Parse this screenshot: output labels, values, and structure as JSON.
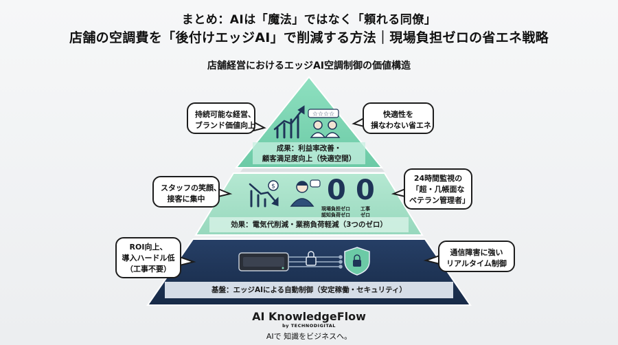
{
  "header": {
    "title_line1": "まとめ：AIは「魔法」ではなく「頼れる同僚」",
    "title_line2": "店舗の空調費を「後付けエッジAI」で削減する方法｜現場負担ゼロの省エネ戦略",
    "subtitle": "店舗経営におけるエッジAI空調制御の価値構造"
  },
  "pyramid": {
    "top": {
      "label_line1": "成果：利益率改善・",
      "label_line2": "顧客満足度向上（快適空間）",
      "color": "#7fd6b5"
    },
    "middle": {
      "label": "効果：電気代削減・業務負荷軽減（3つのゼロ）",
      "color": "#a6e0c8",
      "zero_left": {
        "digit": "0",
        "caption_line1": "現場負担ゼロ",
        "caption_line2": "認知負荷ゼロ"
      },
      "zero_right": {
        "digit": "0",
        "caption_line1": "工事",
        "caption_line2": "ゼロ"
      }
    },
    "base": {
      "label": "基盤：エッジAIによる自動制御（安定稼働・セキュリティ）",
      "color": "#1e3457"
    }
  },
  "bubbles": {
    "left_top": [
      "持続可能な経営、",
      "ブランド価値向上"
    ],
    "left_middle": [
      "スタッフの笑顔、",
      "接客に集中"
    ],
    "left_bottom": [
      "ROI向上、",
      "導入ハードル低",
      "（工事不要）"
    ],
    "right_top": [
      "快適性を",
      "損なわない省エネ"
    ],
    "right_middle": [
      "24時間監視の",
      "「超・几帳面な",
      "ベテラン管理者」"
    ],
    "right_bottom": [
      "通信障害に強い",
      "リアルタイム制御"
    ]
  },
  "footer": {
    "brand": "AI KnowledgeFlow",
    "brand_sub": "by TECHNODIGITAL",
    "tagline": "AIで 知識をビジネスへ。"
  },
  "colors": {
    "navy": "#1e3457",
    "green_top": "#7fd6b5",
    "green_mid": "#a6e0c8"
  },
  "icons": [
    "growth-chart-icon",
    "rating-stars-icon",
    "family-icon",
    "down-trend-icon",
    "coin-icon",
    "staff-icon",
    "chat-icon",
    "edge-device-icon",
    "lock-icon",
    "shield-lock-icon"
  ]
}
